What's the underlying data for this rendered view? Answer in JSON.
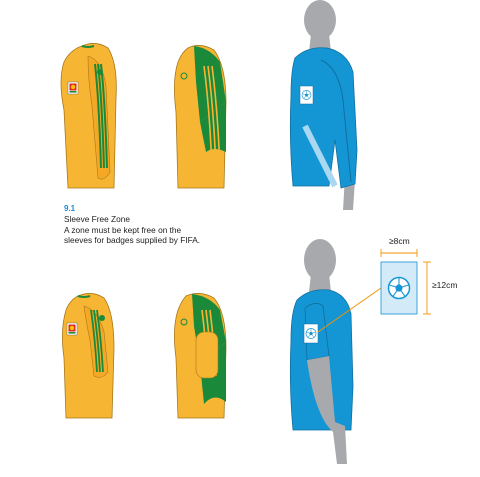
{
  "section": {
    "number": "9.1",
    "title": "Sleeve Free Zone",
    "body_line1": "A zone must be kept free on the",
    "body_line2": "sleeves for badges supplied by FIFA."
  },
  "badge": {
    "width_label": "≥8cm",
    "height_label": "≥12cm"
  },
  "colors": {
    "shirt_yellow": "#f7b534",
    "shirt_green": "#1a8a3a",
    "referee_blue": "#1596d4",
    "mannequin_grey": "#a7a9ac",
    "caption_blue": "#1a8cd8",
    "dimension_orange": "#f39200"
  }
}
